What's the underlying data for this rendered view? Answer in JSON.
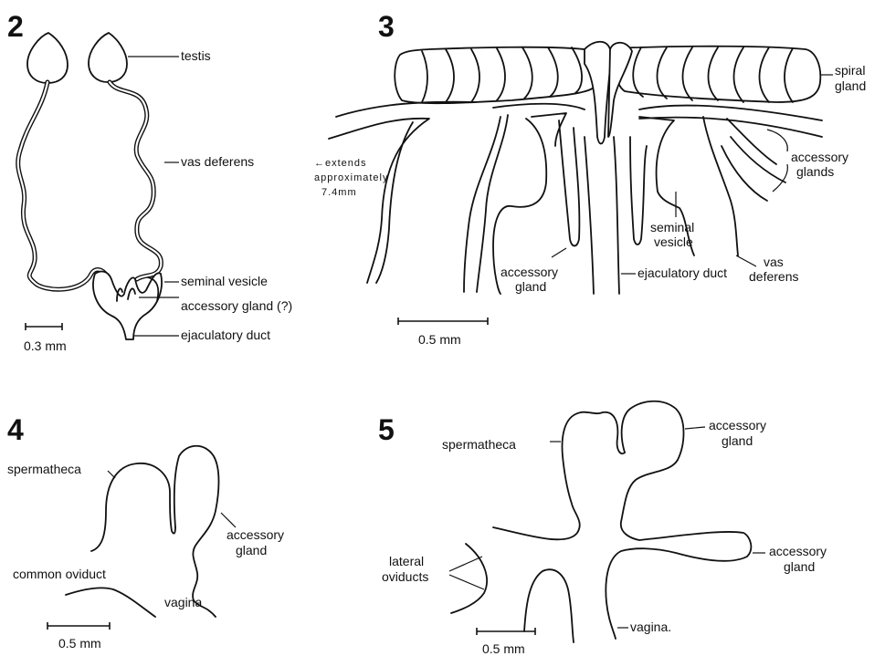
{
  "figures": {
    "fig2": {
      "number": "2",
      "labels": {
        "testis": "testis",
        "vas_deferens": "vas deferens",
        "seminal_vesicle": "seminal vesicle",
        "accessory_gland": "accessory gland (?)",
        "ejaculatory_duct": "ejaculatory duct"
      },
      "scale": "0.3 mm"
    },
    "fig3": {
      "number": "3",
      "labels": {
        "spiral_1": "spiral",
        "spiral_2": "gland",
        "accessory_glands_1": "accessory",
        "accessory_glands_2": "glands",
        "extends_1": "←extends",
        "extends_2": "approximately",
        "extends_3": "7.4mm",
        "seminal_vesicle_1": "seminal",
        "seminal_vesicle_2": "vesicle",
        "vas_deferens_1": "vas",
        "vas_deferens_2": "deferens",
        "accessory_gland_1": "accessory",
        "accessory_gland_2": "gland",
        "ejaculatory_duct": "ejaculatory duct"
      },
      "scale": "0.5 mm"
    },
    "fig4": {
      "number": "4",
      "labels": {
        "spermatheca": "spermatheca",
        "common_oviduct": "common oviduct",
        "accessory_gland_1": "accessory",
        "accessory_gland_2": "gland",
        "vagina": "vagina"
      },
      "scale": "0.5 mm"
    },
    "fig5": {
      "number": "5",
      "labels": {
        "spermatheca": "spermatheca",
        "accessory_gland_top_1": "accessory",
        "accessory_gland_top_2": "gland",
        "accessory_gland_right_1": "accessory",
        "accessory_gland_right_2": "gland",
        "lateral_oviducts_1": "lateral",
        "lateral_oviducts_2": "oviducts",
        "vagina": "vagina."
      },
      "scale": "0.5 mm"
    }
  }
}
